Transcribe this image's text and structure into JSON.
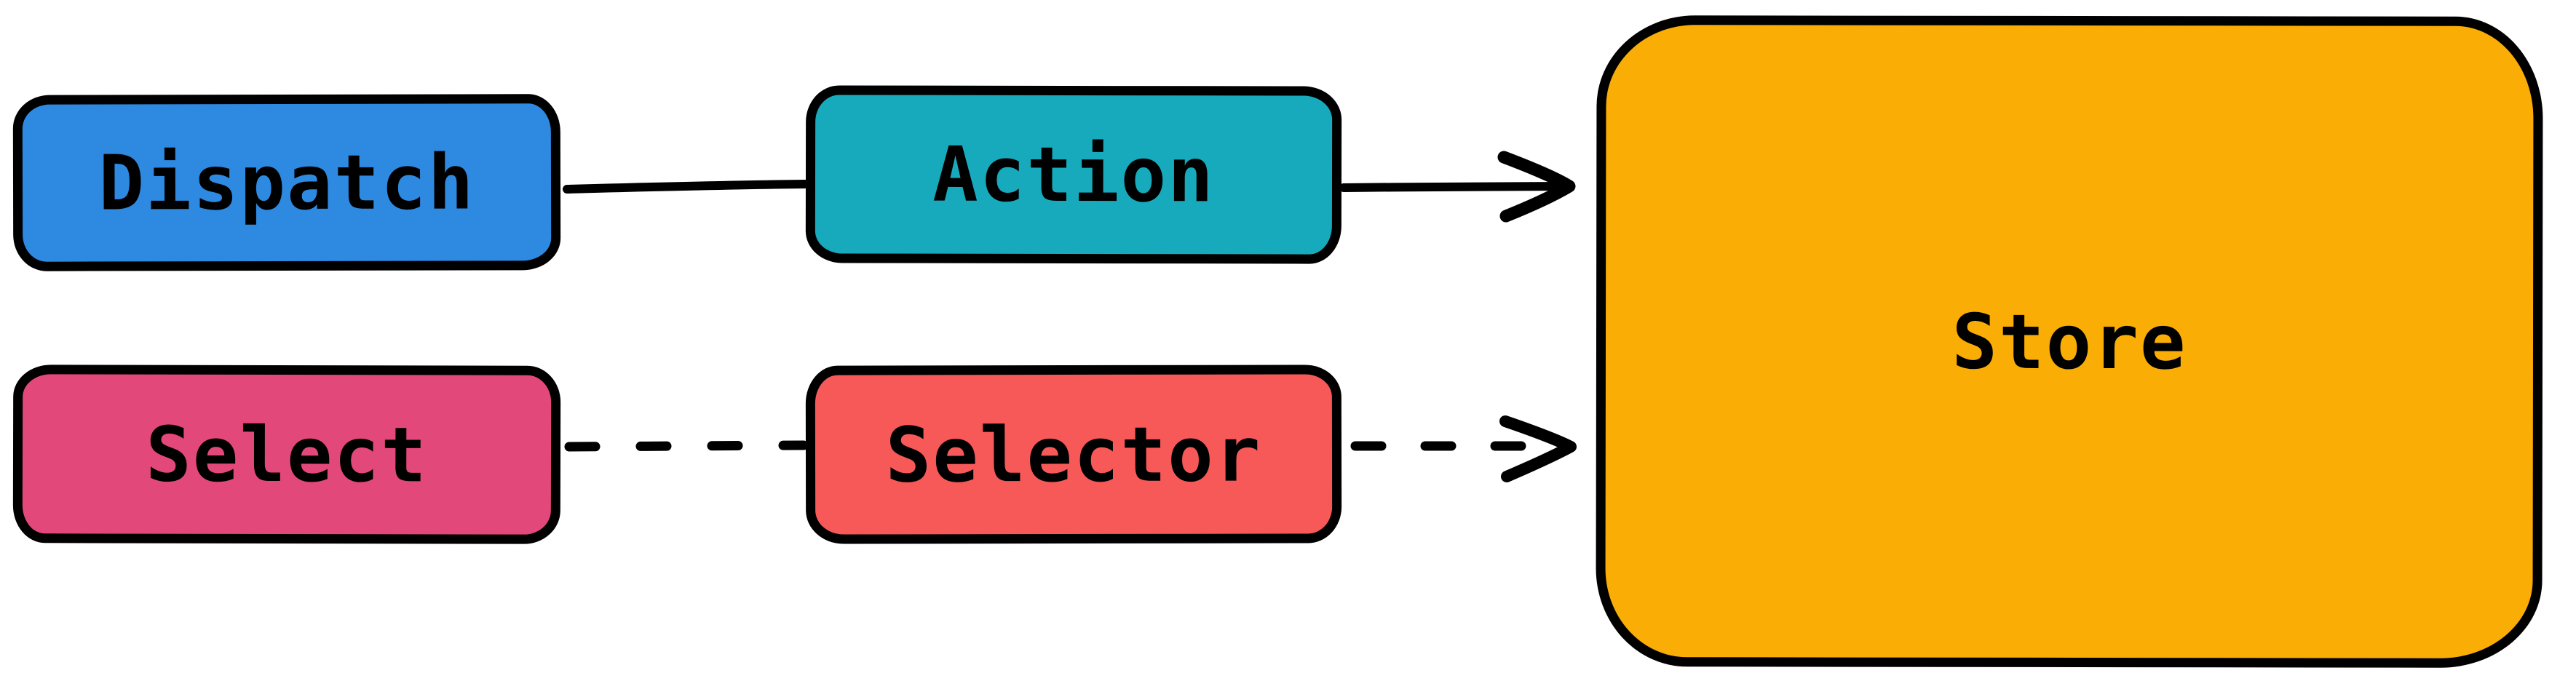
{
  "diagram": {
    "background": "#ffffff",
    "stroke_color": "#000000",
    "nodes": {
      "dispatch": {
        "label": "Dispatch",
        "fill": "#2e89e1"
      },
      "action": {
        "label": "Action",
        "fill": "#17aabc"
      },
      "select": {
        "label": "Select",
        "fill": "#e3487b"
      },
      "selector": {
        "label": "Selector",
        "fill": "#f75959"
      },
      "store": {
        "label": "Store",
        "fill": "#faad04"
      }
    },
    "edges": [
      {
        "from": "dispatch",
        "to": "action",
        "style": "solid",
        "arrowhead": false
      },
      {
        "from": "action",
        "to": "store",
        "style": "solid",
        "arrowhead": true
      },
      {
        "from": "select",
        "to": "selector",
        "style": "dashed",
        "arrowhead": false
      },
      {
        "from": "selector",
        "to": "store",
        "style": "dashed",
        "arrowhead": true
      }
    ]
  }
}
